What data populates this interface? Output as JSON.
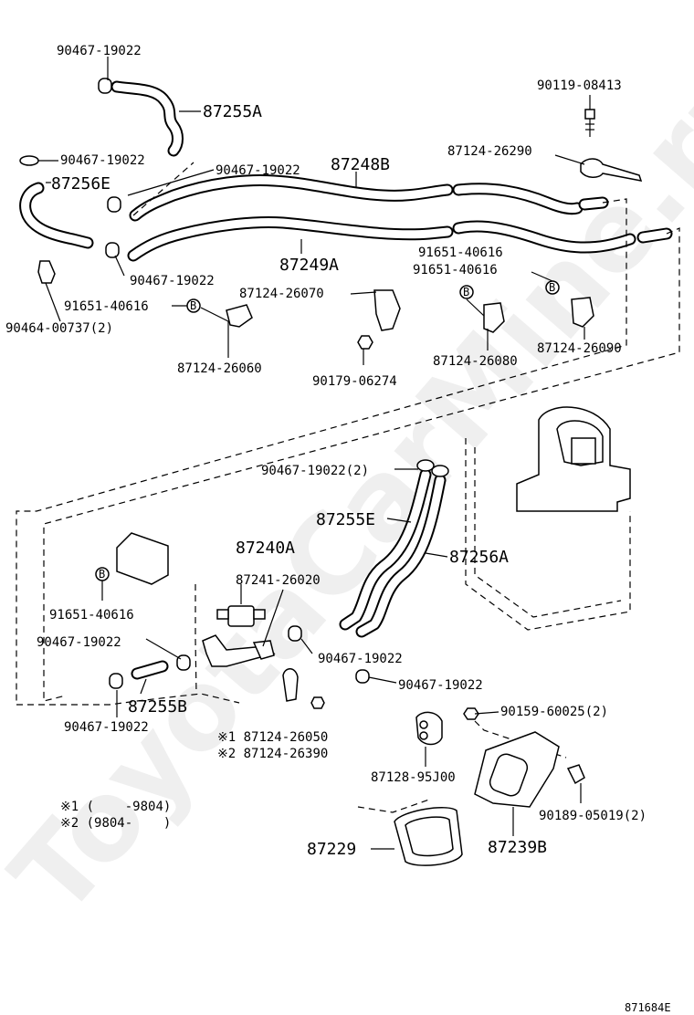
{
  "labels": {
    "p_90467_19022_a": "90467-19022",
    "p_87255A": "87255A",
    "p_90467_19022_b": "90467-19022",
    "p_87256E": "87256E",
    "p_90467_19022_c": "90467-19022",
    "p_87248B": "87248B",
    "p_90119_08413": "90119-08413",
    "p_87124_26290": "87124-26290",
    "p_90467_19022_d": "90467-19022",
    "p_87249A": "87249A",
    "p_91651_40616_a": "91651-40616",
    "p_91651_40616_b": "91651-40616",
    "p_87124_26070": "87124-26070",
    "p_91651_40616_c": "91651-40616",
    "p_90464_00737": "90464-00737(2)",
    "p_87124_26060": "87124-26060",
    "p_90179_06274": "90179-06274",
    "p_87124_26080": "87124-26080",
    "p_87124_26090": "87124-26090",
    "p_90467_19022_e": "90467-19022(2)",
    "p_87255E": "87255E",
    "p_87240A": "87240A",
    "p_87241_26020": "87241-26020",
    "p_87256A": "87256A",
    "p_91651_40616_d": "91651-40616",
    "p_90467_19022_f": "90467-19022",
    "p_90467_19022_g": "90467-19022",
    "p_90467_19022_h": "90467-19022",
    "p_87255B": "87255B",
    "p_90467_19022_i": "90467-19022",
    "p_87124_26050": "※1 87124-26050",
    "p_87124_26390": "※2 87124-26390",
    "p_90159_60025": "90159-60025(2)",
    "p_87128_95J00": "87128-95J00",
    "p_90189_05019": "90189-05019(2)",
    "p_87229": "87229",
    "p_87239B": "87239B"
  },
  "notes": {
    "note1": "※1 (    -9804)",
    "note2": "※2 (9804-    )"
  },
  "bolt_mark": "B",
  "watermark": "ToyotaCarMine.ru",
  "diagram_code": "871684E"
}
